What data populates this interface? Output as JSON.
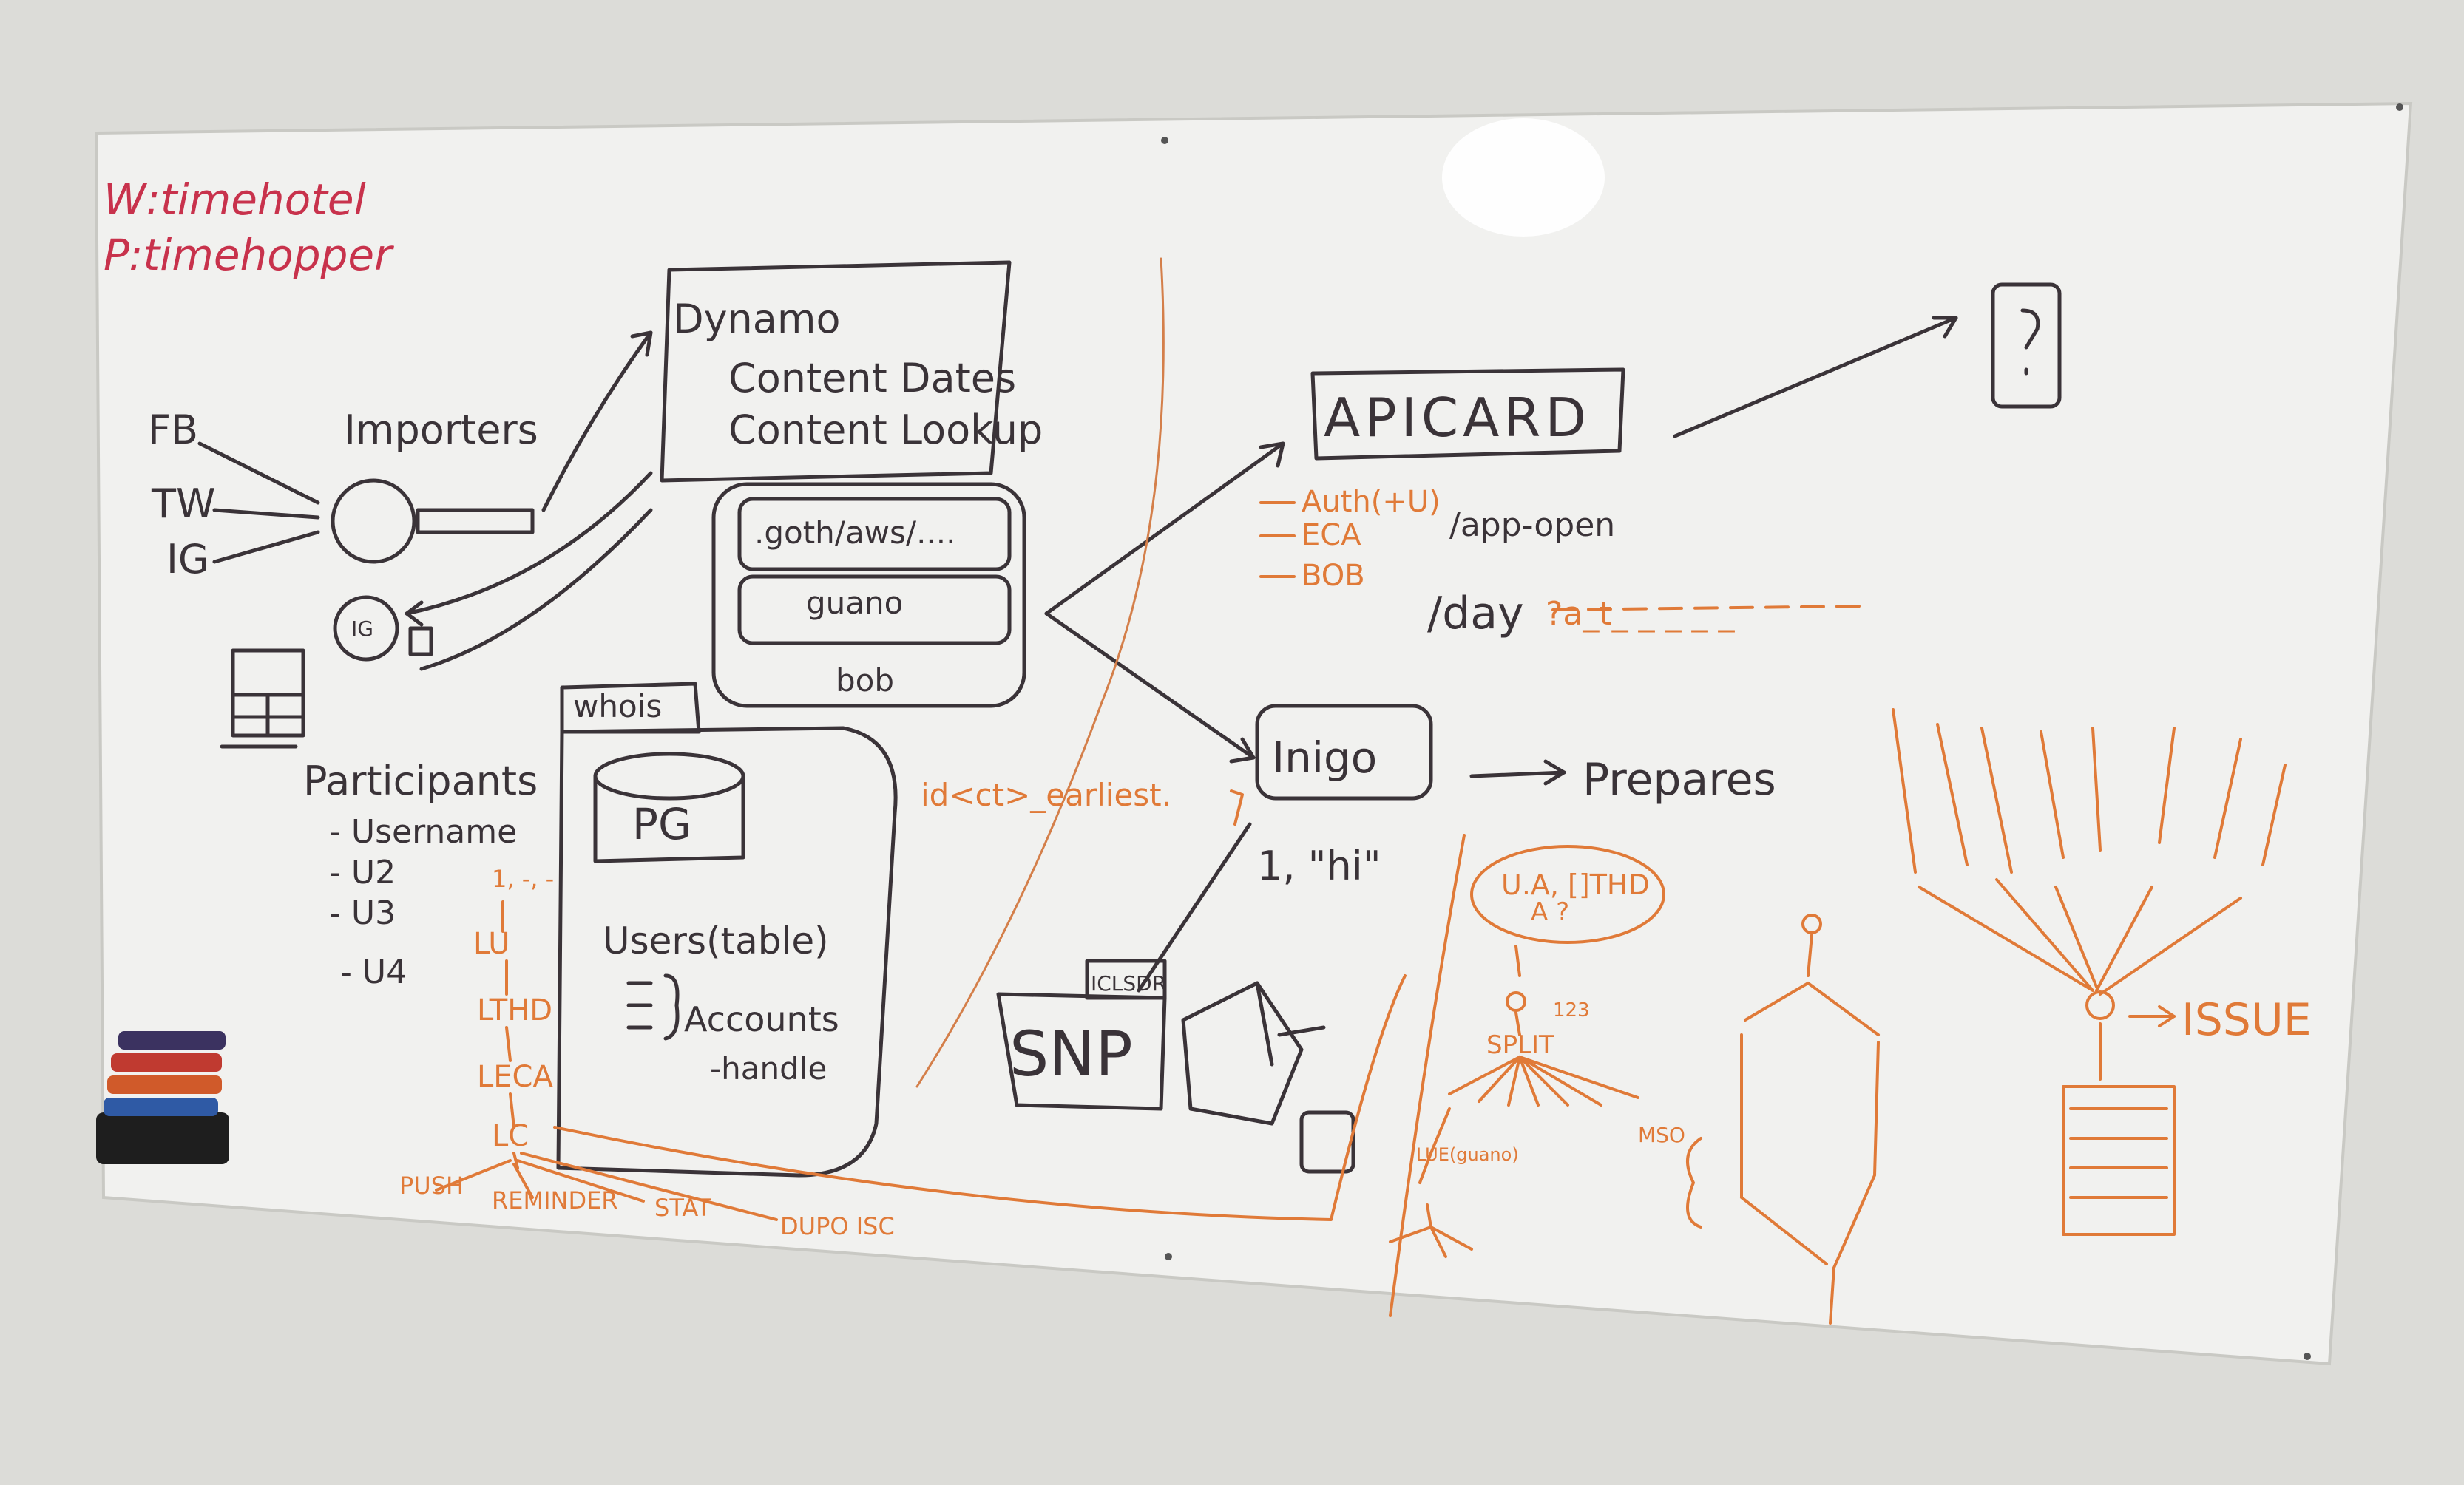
{
  "board": {
    "header": {
      "w_line": "W:timehotel",
      "p_line": "P:timehopper"
    },
    "sources": [
      "FB",
      "TW",
      "IG"
    ],
    "importers": "Importers",
    "ig_cycle_label": "IG",
    "dynamo": {
      "title": "Dynamo",
      "items": [
        "Content Dates",
        "Content Lookup"
      ]
    },
    "s3": {
      "path": ".goth/aws/....",
      "guano": "guano",
      "bob": "bob"
    },
    "whois": "whois",
    "pg": "PG",
    "users_table": "Users(table)",
    "accounts": "Accounts",
    "handle": "-handle",
    "participants": {
      "title": "Participants",
      "items": [
        "- Username",
        "- U2",
        "- U3",
        "- U4"
      ]
    },
    "flow_steps": [
      "1, -, -",
      "LU",
      "LTHD",
      "LECA",
      "LC"
    ],
    "flow_outputs": [
      "PUSH",
      "REMINDER",
      "STAT",
      "DUPO ISC"
    ],
    "apicard": "APICARD",
    "api_sub": [
      "Auth(+U)",
      "ECA",
      "BOB"
    ],
    "app_open": "/app-open",
    "day": "/day",
    "day_suffix": "?a_t_ _ _ _ _",
    "query": "id<ct>_earliest.",
    "inigo": "Inigo",
    "prepares": "Prepares",
    "hi": "1, \"hi\"",
    "snp": "SNP",
    "icloud": "ICLSDR",
    "ua": "U.A, []THD",
    "ua_sub": "A ?",
    "split": "SPLIT",
    "split_nums": "123",
    "lue": "LUE(guano)",
    "mso": "MSO",
    "issue": "ISSUE",
    "colors": {
      "ink_dark": "#3a3338",
      "ink_red": "#c8324c",
      "ink_orange": "#e07a38",
      "board": "#f1f1ef",
      "wall": "#dcdcd8"
    }
  }
}
